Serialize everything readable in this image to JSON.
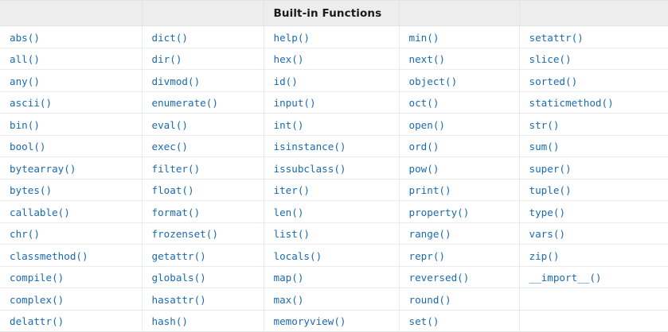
{
  "table": {
    "header": {
      "cells": [
        "",
        "",
        "Built-in Functions",
        "",
        ""
      ]
    },
    "columns": 5,
    "rows": [
      [
        "abs()",
        "dict()",
        "help()",
        "min()",
        "setattr()"
      ],
      [
        "all()",
        "dir()",
        "hex()",
        "next()",
        "slice()"
      ],
      [
        "any()",
        "divmod()",
        "id()",
        "object()",
        "sorted()"
      ],
      [
        "ascii()",
        "enumerate()",
        "input()",
        "oct()",
        "staticmethod()"
      ],
      [
        "bin()",
        "eval()",
        "int()",
        "open()",
        "str()"
      ],
      [
        "bool()",
        "exec()",
        "isinstance()",
        "ord()",
        "sum()"
      ],
      [
        "bytearray()",
        "filter()",
        "issubclass()",
        "pow()",
        "super()"
      ],
      [
        "bytes()",
        "float()",
        "iter()",
        "print()",
        "tuple()"
      ],
      [
        "callable()",
        "format()",
        "len()",
        "property()",
        "type()"
      ],
      [
        "chr()",
        "frozenset()",
        "list()",
        "range()",
        "vars()"
      ],
      [
        "classmethod()",
        "getattr()",
        "locals()",
        "repr()",
        "zip()"
      ],
      [
        "compile()",
        "globals()",
        "map()",
        "reversed()",
        "__import__()"
      ],
      [
        "complex()",
        "hasattr()",
        "max()",
        "round()",
        ""
      ],
      [
        "delattr()",
        "hash()",
        "memoryview()",
        "set()",
        ""
      ]
    ]
  },
  "colors": {
    "link": "#1a6ab0",
    "header_background": "#ededed",
    "header_text": "#1a1a1a",
    "border": "#e1e4e5",
    "cell_background": "#ffffff"
  }
}
